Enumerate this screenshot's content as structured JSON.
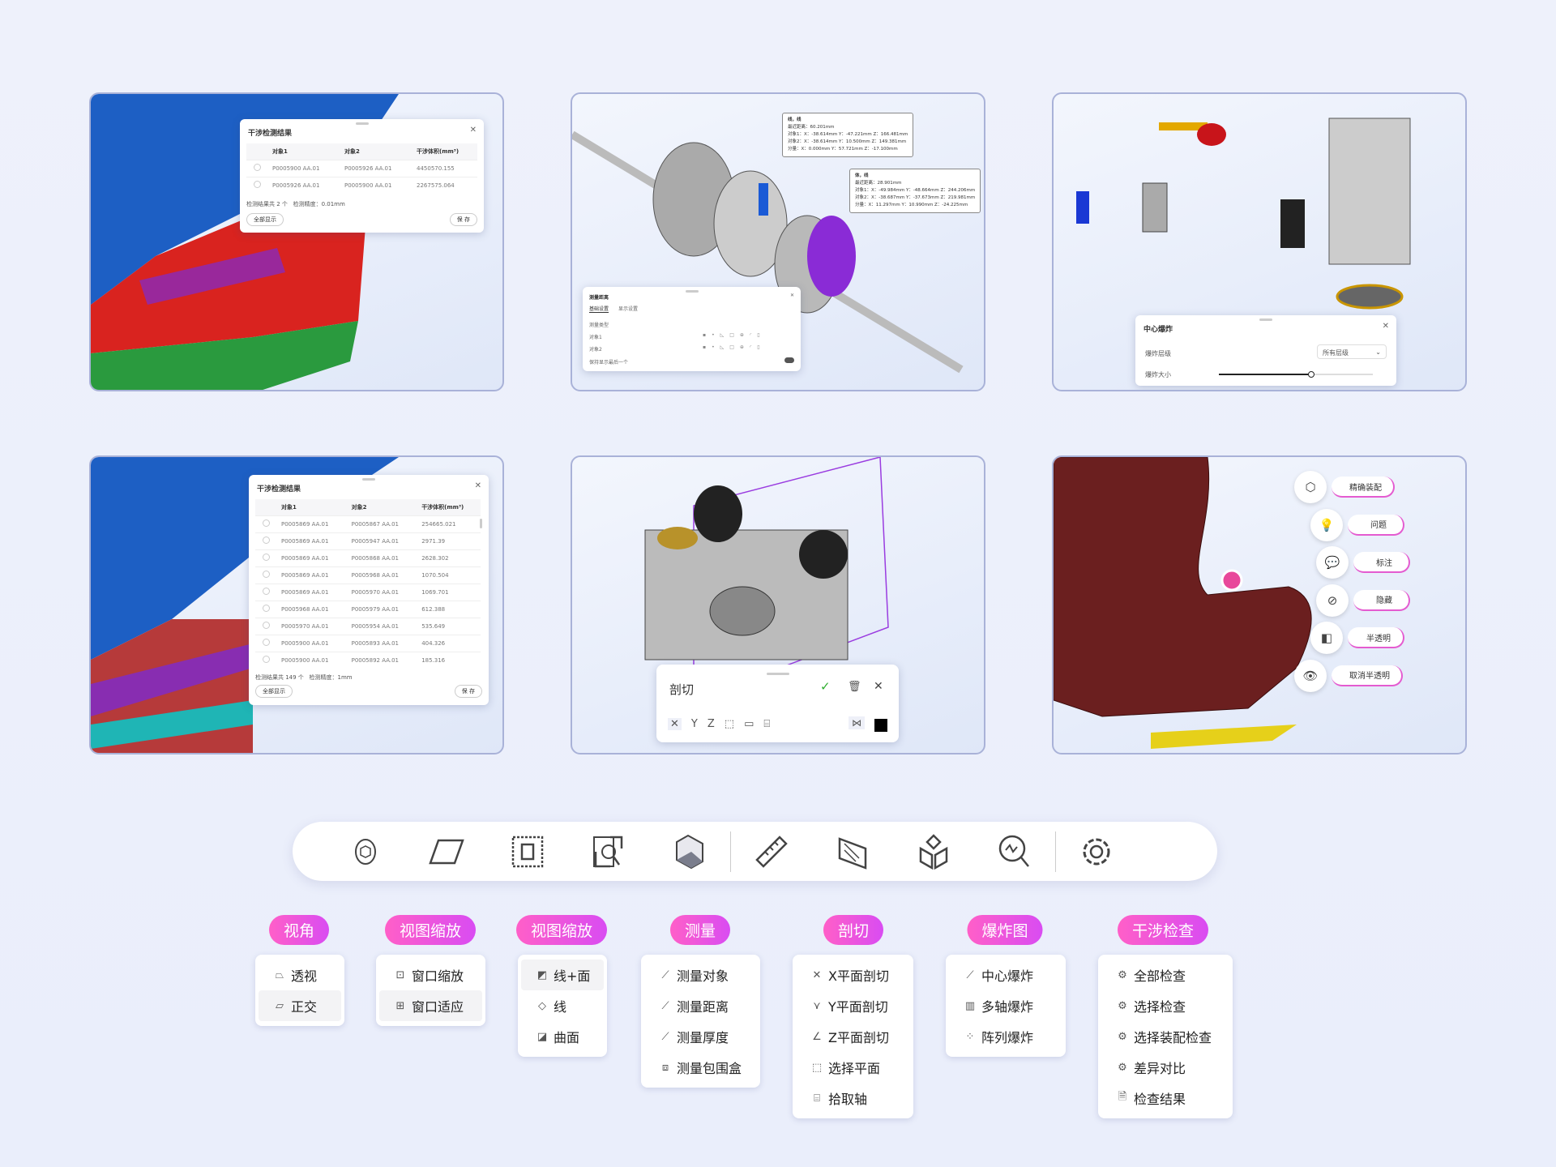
{
  "interference_small": {
    "title": "干涉检测结果",
    "columns": [
      "对象1",
      "对象2",
      "干涉体积(mm³)"
    ],
    "rows": [
      [
        "P0005900 AA.01",
        "P0005926 AA.01",
        "4450570.155"
      ],
      [
        "P0005926 AA.01",
        "P0005900 AA.01",
        "2267575.064"
      ]
    ],
    "summary": "检测结果共 2 个",
    "precision": "检测精度：0.01mm",
    "show_all": "全部显示",
    "save": "保 存"
  },
  "measure": {
    "title": "测量距离",
    "tabs": [
      "基础设置",
      "显示设置"
    ],
    "type_label": "测量类型",
    "obj1": "对象1",
    "obj2": "对象2",
    "keep": "保持显示最后一个",
    "callout1": [
      "线，线",
      "最近距离：60.201mm",
      "对象1：X：-38.614mm Y：-47.221mm Z：166.481mm",
      "对象2：X：-38.614mm Y：10.500mm Z：149.381mm",
      "分量：X：0.000mm Y：57.721mm Z：-17.100mm"
    ],
    "callout2": [
      "体，线",
      "最近距离：28.901mm",
      "对象1：X：-49.984mm Y：-48.664mm Z：244.206mm",
      "对象2：X：-38.687mm Y：-37.673mm Z：219.981mm",
      "分量：X：11.297mm Y：10.990mm Z：-24.225mm"
    ]
  },
  "explode": {
    "title": "中心爆炸",
    "level_label": "爆炸层级",
    "level_value": "所有层级",
    "size_label": "爆炸大小",
    "size_fraction": 0.6
  },
  "interference_large": {
    "title": "干涉检测结果",
    "columns": [
      "对象1",
      "对象2",
      "干涉体积(mm³)"
    ],
    "rows": [
      [
        "P0005869 AA.01",
        "P0005867 AA.01",
        "254665.021"
      ],
      [
        "P0005869 AA.01",
        "P0005947 AA.01",
        "2971.39"
      ],
      [
        "P0005869 AA.01",
        "P0005868 AA.01",
        "2628.302"
      ],
      [
        "P0005869 AA.01",
        "P0005968 AA.01",
        "1070.504"
      ],
      [
        "P0005869 AA.01",
        "P0005970 AA.01",
        "1069.701"
      ],
      [
        "P0005968 AA.01",
        "P0005979 AA.01",
        "612.388"
      ],
      [
        "P0005970 AA.01",
        "P0005954 AA.01",
        "535.649"
      ],
      [
        "P0005900 AA.01",
        "P0005893 AA.01",
        "404.326"
      ],
      [
        "P0005900 AA.01",
        "P0005892 AA.01",
        "185.316"
      ]
    ],
    "summary": "检测结果共 149 个",
    "precision": "检测精度：1mm",
    "show_all": "全部显示",
    "save": "保 存"
  },
  "cut": {
    "title": "剖切"
  },
  "side_buttons": [
    "精确装配",
    "问题",
    "标注",
    "隐藏",
    "半透明",
    "取消半透明"
  ],
  "toolbar_icons": [
    "rotate-view-icon",
    "orthographic-icon",
    "window-zoom-icon",
    "zoom-fit-icon",
    "shaded-cube-icon",
    "ruler-icon",
    "section-cut-icon",
    "explode-icon",
    "interference-search-icon",
    "settings-gear-icon"
  ],
  "categories": [
    {
      "label": "视角",
      "items": [
        "透视",
        "正交"
      ],
      "selected": 1
    },
    {
      "label": "视图缩放",
      "items": [
        "窗口缩放",
        "窗口适应"
      ],
      "selected": 1
    },
    {
      "label": "视图缩放",
      "items": [
        "线+面",
        "线",
        "曲面"
      ],
      "selected": 0
    },
    {
      "label": "测量",
      "items": [
        "测量对象",
        "测量距离",
        "测量厚度",
        "测量包围盒"
      ],
      "selected": -1
    },
    {
      "label": "剖切",
      "items": [
        "X平面剖切",
        "Y平面剖切",
        "Z平面剖切",
        "选择平面",
        "拾取轴"
      ],
      "selected": -1
    },
    {
      "label": "爆炸图",
      "items": [
        "中心爆炸",
        "多轴爆炸",
        "阵列爆炸"
      ],
      "selected": -1
    },
    {
      "label": "干涉检查",
      "items": [
        "全部检查",
        "选择检查",
        "选择装配检查",
        "差异对比",
        "检查结果"
      ],
      "selected": -1
    }
  ],
  "colors": {
    "accent": "#e94fd6",
    "border": "#a9b2d8"
  }
}
